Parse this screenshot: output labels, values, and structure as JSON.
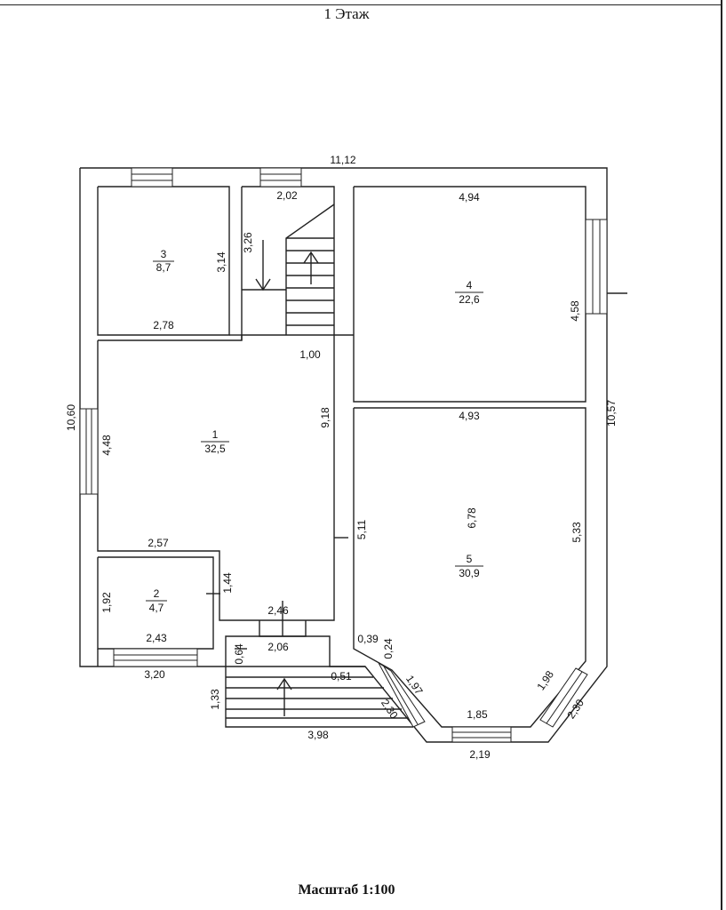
{
  "sheet": {
    "title": "1 Этаж",
    "scale_note": "Масштаб 1:100"
  },
  "rooms": [
    {
      "number": "3",
      "area": "8,7"
    },
    {
      "number": "4",
      "area": "22,6"
    },
    {
      "number": "1",
      "area": "32,5"
    },
    {
      "number": "2",
      "area": "4,7"
    },
    {
      "number": "5",
      "area": "30,9"
    }
  ],
  "dimensions": [
    "11,12",
    "2,02",
    "4,94",
    "3,26",
    "3,14",
    "2,78",
    "4,58",
    "1,00",
    "10,60",
    "4,48",
    "9,18",
    "4,93",
    "10,57",
    "5,11",
    "6,78",
    "5,33",
    "2,57",
    "1,44",
    "1,92",
    "2,46",
    "2,43",
    "2,06",
    "0,39",
    "0,24",
    "0,64",
    "3,20",
    "0,51",
    "1,97",
    "1,98",
    "1,33",
    "2,30",
    "1,85",
    "2,30",
    "3,98",
    "2,19"
  ]
}
